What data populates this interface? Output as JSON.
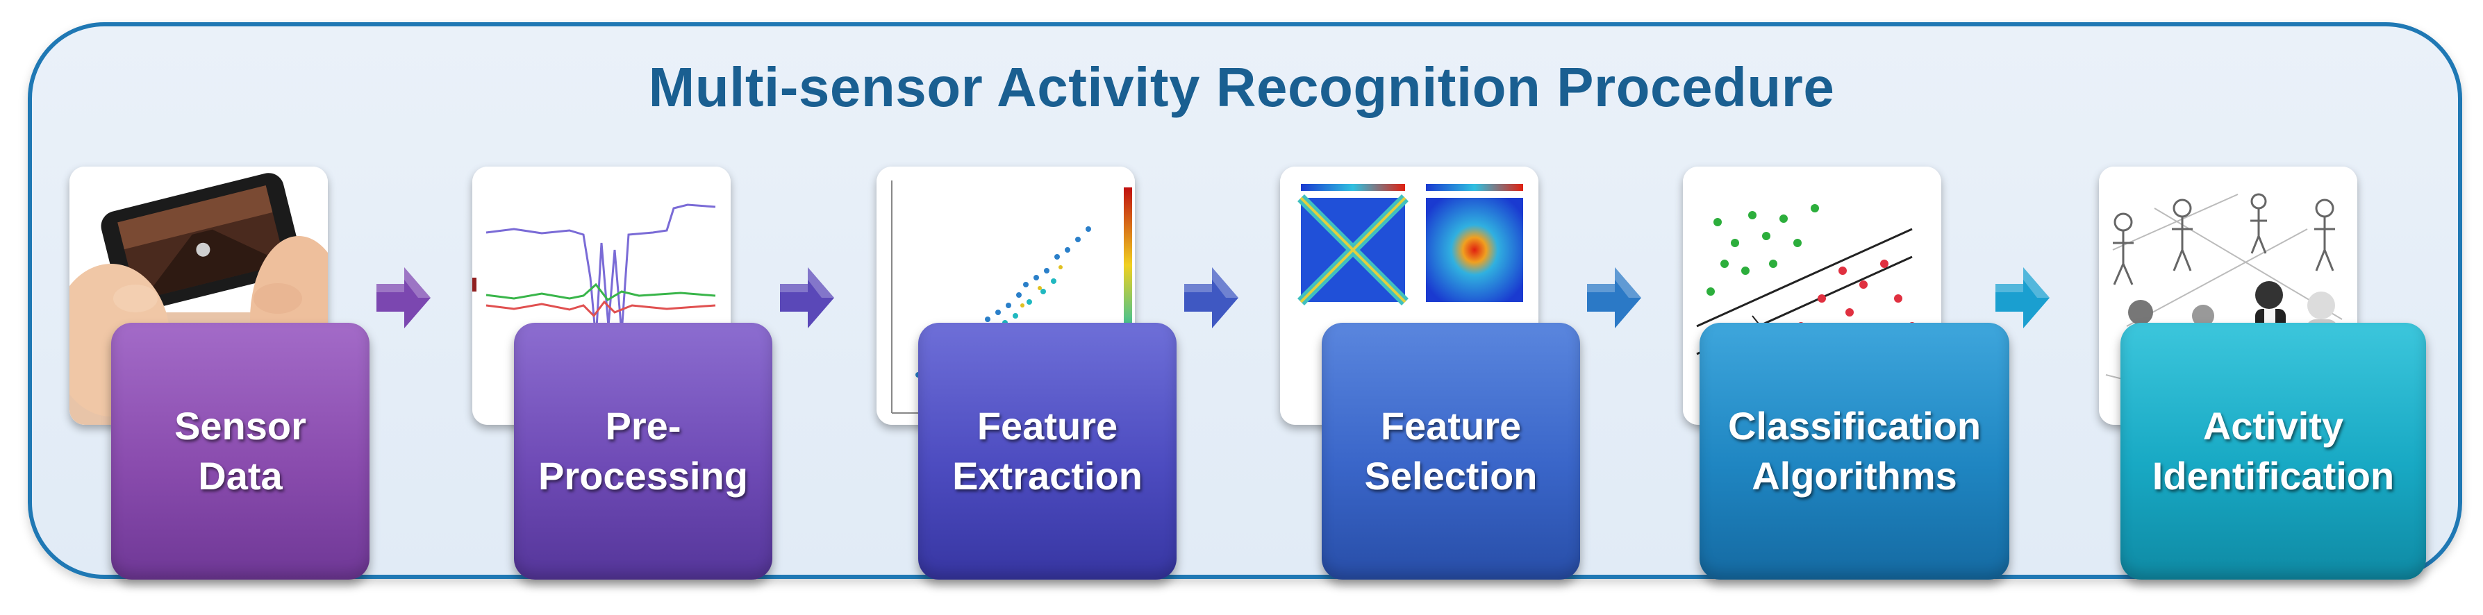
{
  "title": "Multi-sensor Activity Recognition Procedure",
  "steps": [
    {
      "line1": "Sensor",
      "line2": "Data",
      "color": "#8a4cae"
    },
    {
      "line1": "Pre-",
      "line2": "Processing",
      "color": "#6f4bb6"
    },
    {
      "line1": "Feature",
      "line2": "Extraction",
      "color": "#4d4cc0"
    },
    {
      "line1": "Feature",
      "line2": "Selection",
      "color": "#3a66c9"
    },
    {
      "line1": "Classification",
      "line2": "Algorithms",
      "color": "#1f86c2"
    },
    {
      "line1": "Activity",
      "line2": "Identification",
      "color": "#18a9c4"
    }
  ],
  "colors": {
    "frame_border": "#1f78b4",
    "title": "#1a5f91",
    "arrow_1": "#7b47b0",
    "arrow_2": "#5a48b8",
    "arrow_3": "#3f58c2",
    "arrow_4": "#2b79c6",
    "arrow_5": "#1a9fd0"
  },
  "icons": [
    "smartphone-photo",
    "signal-plot",
    "scatter-plot",
    "heatmap-pair",
    "classifier-plot",
    "people-sketch"
  ]
}
